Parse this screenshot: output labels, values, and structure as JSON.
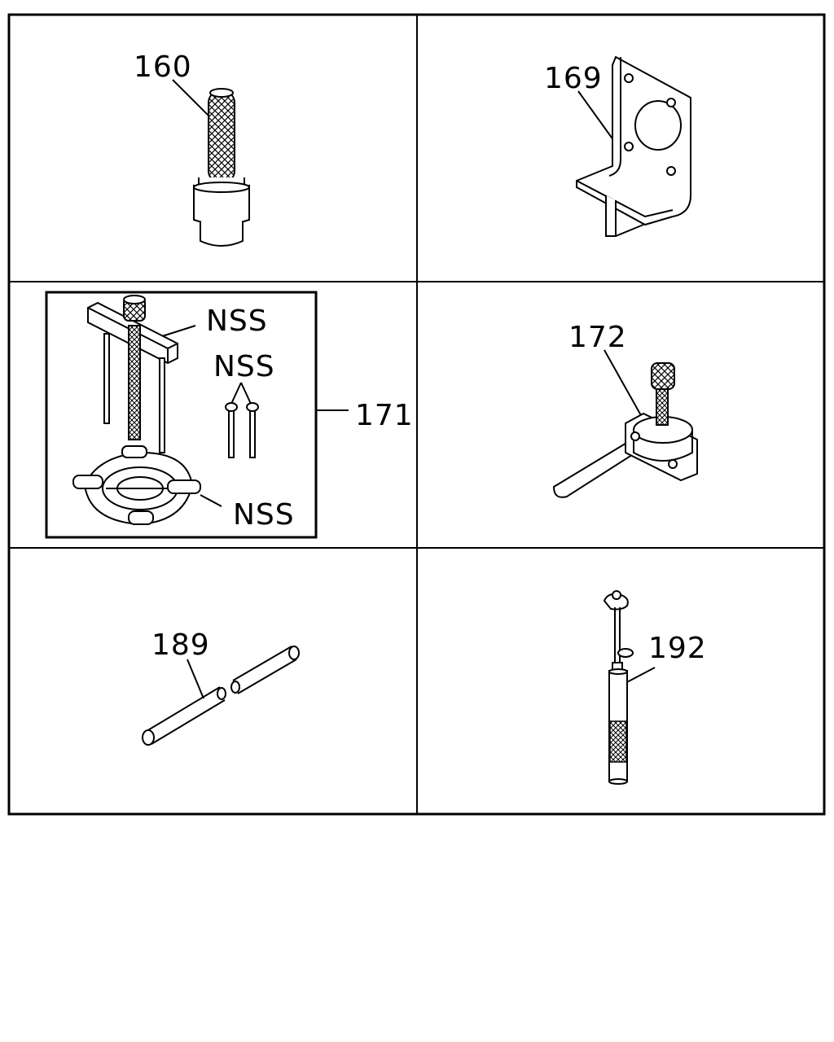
{
  "panels": [
    {
      "id": "p160",
      "callouts": [
        "160"
      ]
    },
    {
      "id": "p169",
      "callouts": [
        "169"
      ]
    },
    {
      "id": "p171",
      "callouts": [
        "NSS",
        "NSS",
        "NSS",
        "171"
      ]
    },
    {
      "id": "p172",
      "callouts": [
        "172"
      ]
    },
    {
      "id": "p189",
      "callouts": [
        "189"
      ]
    },
    {
      "id": "p192",
      "callouts": [
        "192"
      ]
    }
  ]
}
